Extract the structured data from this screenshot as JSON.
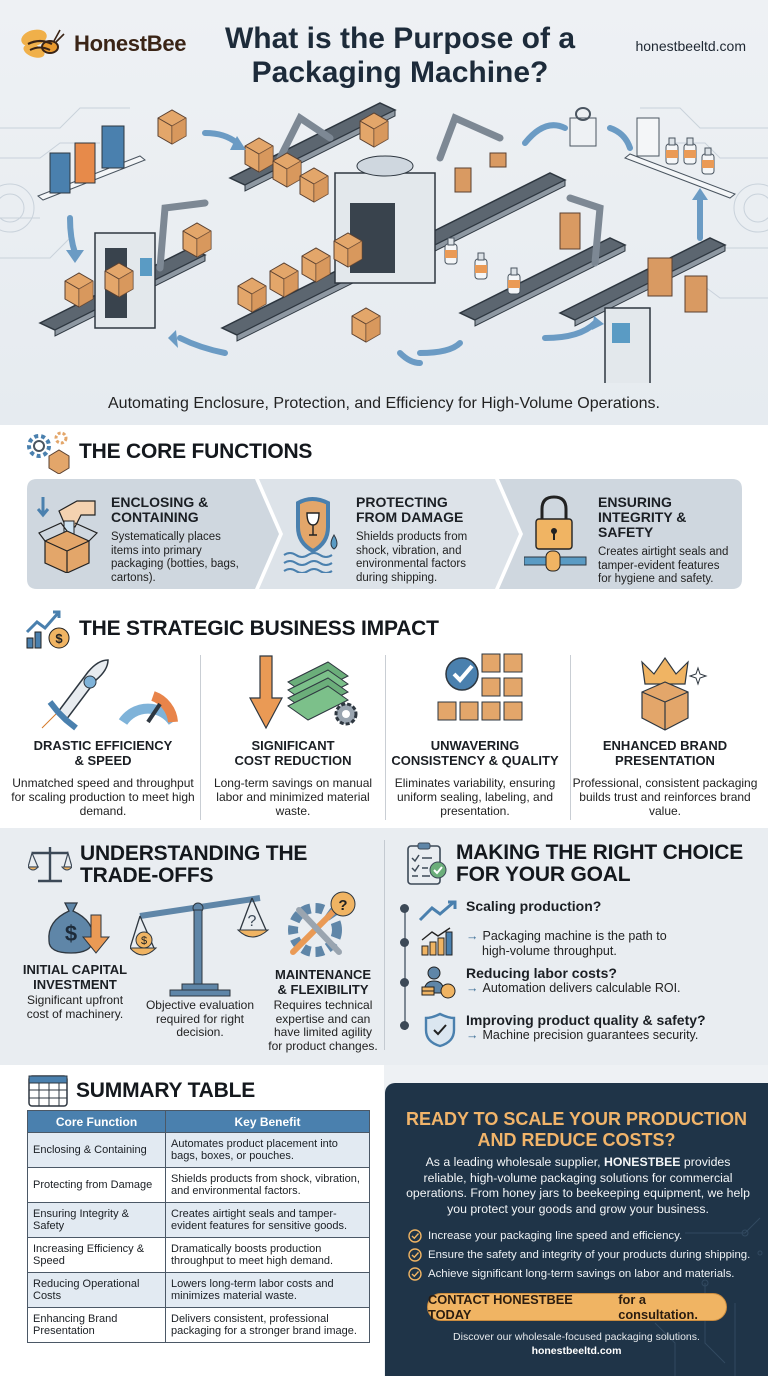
{
  "header": {
    "brand": "HonestBee",
    "title_line1": "What is the Purpose of a",
    "title_line2": "Packaging Machine?",
    "website": "honestbeeltd.com",
    "subtitle": "Automating Enclosure, Protection, and Efficiency for High-Volume Operations."
  },
  "colors": {
    "navy": "#1d2b3a",
    "accent_orange": "#f0b463",
    "accent_blue": "#4a80ae",
    "cta_bg": "#1f3448",
    "box_tan": "#e3a66a"
  },
  "core_functions": {
    "heading": "THE CORE FUNCTIONS",
    "icon": "gears-box-icon",
    "items": [
      {
        "title": "ENCLOSING & CONTAINING",
        "description": "Systematically places items into primary packaging (botties, bags, cartons).",
        "icon": "hand-box-icon"
      },
      {
        "title": "PROTECTING FROM DAMAGE",
        "description": "Shields products from shock, vibration, and environmental factors during shipping.",
        "icon": "shield-fragile-icon"
      },
      {
        "title": "ENSURING INTEGRITY & SAFETY",
        "description": "Creates airtight seals and tamper-evident features for hygiene and safety.",
        "icon": "padlock-seal-icon"
      }
    ]
  },
  "impact": {
    "heading": "THE STRATEGIC BUSINESS IMPACT",
    "icon": "growth-chart-money-icon",
    "items": [
      {
        "title_line1": "DRASTIC EFFICIENCY",
        "title_line2": "& SPEED",
        "description": "Unmatched speed and throughput for scaling production to meet high demand.",
        "icon": "rocket-speedometer-icon"
      },
      {
        "title_line1": "SIGNIFICANT",
        "title_line2": "COST REDUCTION",
        "description": "Long-term savings on manual labor and minimized material waste.",
        "icon": "down-arrow-money-icon"
      },
      {
        "title_line1": "UNWAVERING",
        "title_line2": "CONSISTENCY & QUALITY",
        "description": "Eliminates variability, ensuring uniform sealing, labeling, and presentation.",
        "icon": "check-boxes-grid-icon"
      },
      {
        "title_line1": "ENHANCED BRAND",
        "title_line2": "PRESENTATION",
        "description": "Professional, consistent packaging builds trust and reinforces brand value.",
        "icon": "crown-box-icon"
      }
    ]
  },
  "tradeoffs": {
    "heading_line1": "UNDERSTANDING THE",
    "heading_line2": "TRADE-OFFS",
    "icon": "scales-icon",
    "items": [
      {
        "title_line1": "INITIAL CAPITAL",
        "title_line2": "INVESTMENT",
        "description_line1": "Significant upfront",
        "description_line2": "cost of machinery.",
        "icon": "money-bag-down-icon"
      },
      {
        "title_line1": "",
        "title_line2": "",
        "description_line1": "Objective evaluation",
        "description_line2": "required for right",
        "description_line3": "decision.",
        "icon": "balance-scale-icon"
      },
      {
        "title_line1": "MAINTENANCE",
        "title_line2": "& FLEXIBILITY",
        "description_line1": "Requires technical",
        "description_line2": "expertise and can",
        "description_line3": "have limited agility",
        "description_line4": "for product changes.",
        "icon": "wrench-gear-question-icon"
      }
    ]
  },
  "choice": {
    "heading_line1": "MAKING THE RIGHT CHOICE",
    "heading_line2": "FOR YOUR GOAL",
    "icon": "checklist-icon",
    "items": [
      {
        "question": "Scaling production?",
        "icon": "trend-up-icon"
      },
      {
        "answer_line1": "Packaging machine is the path to",
        "answer_line2": "high-volume throughput.",
        "icon": "bar-chart-growth-icon"
      },
      {
        "question": "Reducing labor costs?",
        "answer": "Automation delivers calculable ROI.",
        "icon": "person-coins-icon"
      },
      {
        "question": "Improving product quality & safety?",
        "answer": "Machine precision guarantees security.",
        "icon": "shield-check-icon"
      }
    ],
    "arrow": "→"
  },
  "summary_table": {
    "heading": "SUMMARY TABLE",
    "icon": "table-icon",
    "columns": [
      "Core Function",
      "Key Benefit"
    ],
    "rows": [
      [
        "Enclosing & Containing",
        "Automates product placement into bags, boxes, or pouches."
      ],
      [
        "Protecting from Damage",
        "Shields products from shock, vibration, and environmental factors."
      ],
      [
        "Ensuring Integrity & Safety",
        "Creates airtight seals and tamper-evident features for sensitive goods."
      ],
      [
        "Increasing Efficiency & Speed",
        "Dramatically boosts production throughput to meet high demand."
      ],
      [
        "Reducing Operational Costs",
        "Lowers long-term labor costs and minimizes material waste."
      ],
      [
        "Enhancing Brand Presentation",
        "Delivers consistent, professional packaging for a stronger brand image."
      ]
    ]
  },
  "cta": {
    "title_line1": "READY TO SCALE YOUR PRODUCTION",
    "title_line2": "AND REDUCE COSTS?",
    "body_pre": "As a leading wholesale supplier, ",
    "body_brand": "HONESTBEE",
    "body_post": " provides reliable, high-volume packaging solutions for commercial operations. From honey jars to beekeeping equipment, we help you protect your goods and grow your business.",
    "bullets": [
      "Increase your packaging line speed and efficiency.",
      "Ensure the safety and integrity of your products during shipping.",
      "Achieve significant long-term savings on labor and materials."
    ],
    "button_strong": "CONTACT HONESTBEE TODAY",
    "button_rest": "for a consultation.",
    "footer_line": "Discover our wholesale-focused packaging solutions.",
    "footer_url": "honestbeeltd.com"
  }
}
